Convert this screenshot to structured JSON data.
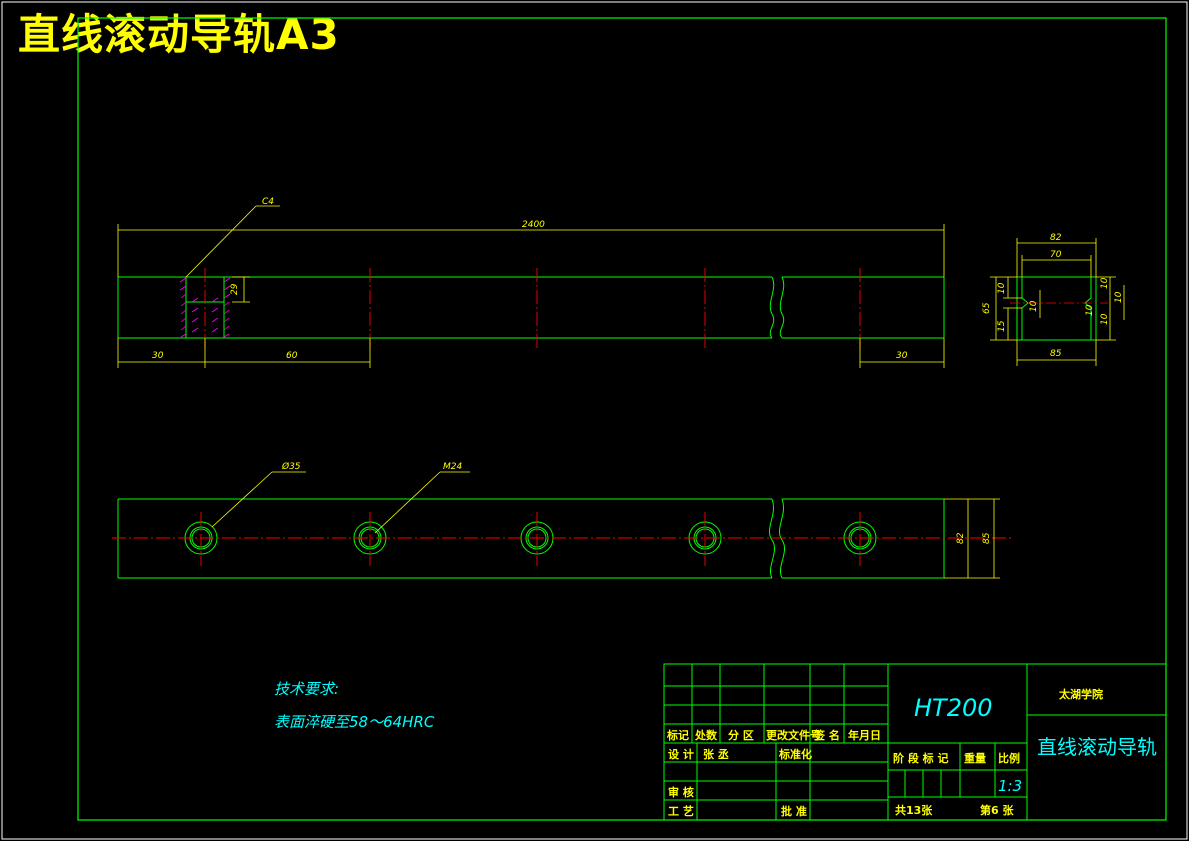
{
  "title": "直线滚动导轨A3",
  "dimensions": {
    "overall_length": "2400",
    "chamfer": "C4",
    "end_left": "30",
    "pitch": "60",
    "end_right": "30",
    "counterbore_depth": "29",
    "width_top": "82",
    "width_inner": "70",
    "width_bottom": "85",
    "height": "65",
    "h_upper": "10",
    "h_lower": "15",
    "h_mid": "10",
    "r_a": "10",
    "r_b": "10",
    "r_c": "10",
    "r_d": "10",
    "hole_dia": "Ø35",
    "thread": "M24",
    "plan_w1": "82",
    "plan_w2": "85"
  },
  "notes": {
    "heading": "技术要求:",
    "line1": "表面淬硬至58～64HRC"
  },
  "title_block": {
    "material": "HT200",
    "school": "太湖学院",
    "part_name": "直线滚动导轨",
    "h_mark": "标记",
    "h_count": "处数",
    "h_zone": "分 区",
    "h_docno": "更改文件号",
    "h_sign": "签 名",
    "h_date": "年月日",
    "design_label": "设 计",
    "designer": "张 丞",
    "standard_label": "标准化",
    "review_label": "审 核",
    "process_label": "工 艺",
    "approve_label": "批 准",
    "stage_label": "阶 段 标 记",
    "weight_label": "重量",
    "scale_label": "比例",
    "scale_value": "1:3",
    "sheets_total": "共13张",
    "sheet_no": "第6 张"
  },
  "colors": {
    "frame": "#00ff00",
    "dimension": "#ffff00",
    "centerline": "#ff0000",
    "hatch": "#ff00ff",
    "text": "#00ffff",
    "background": "#000000"
  }
}
